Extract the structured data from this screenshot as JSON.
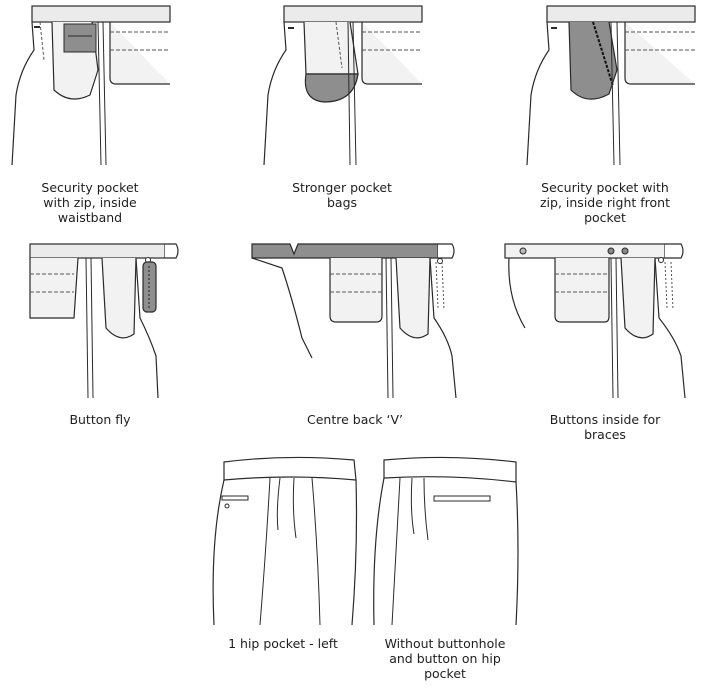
{
  "colors": {
    "line": "#2a2a2a",
    "fill_light": "#f2f2f2",
    "fill_band": "#ebebeb",
    "accent_gray": "#8e8e8e"
  },
  "captions": {
    "security_pocket_waistband": [
      "Security pocket",
      "with zip, inside",
      "waistband"
    ],
    "stronger_pocket_bags": [
      "Stronger pocket",
      "bags"
    ],
    "security_pocket_front": [
      "Security pocket with",
      "zip, inside right front",
      "pocket"
    ],
    "button_fly": [
      "Button fly"
    ],
    "centre_back_v": [
      "Centre back ‘V’"
    ],
    "buttons_for_braces": [
      "Buttons inside for",
      "braces"
    ],
    "hip_pocket_left": [
      "1 hip pocket - left"
    ],
    "without_buttonhole": [
      "Without buttonhole",
      "and button on hip",
      "pocket"
    ]
  }
}
